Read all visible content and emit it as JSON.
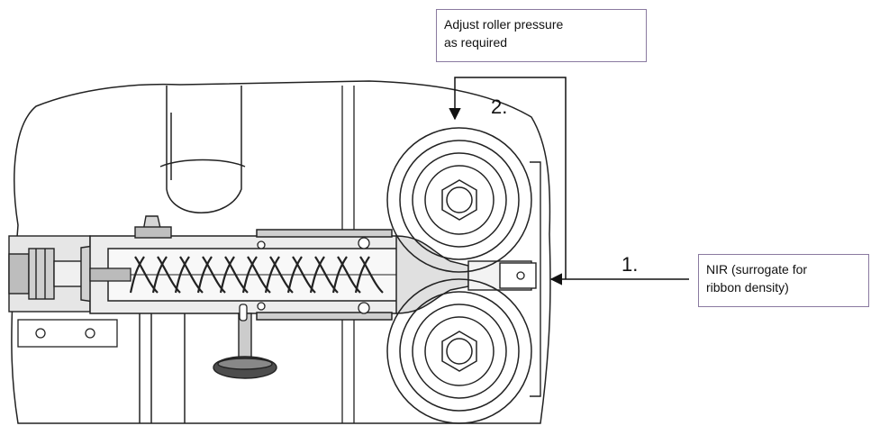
{
  "callouts": {
    "pressure": {
      "line1": "Adjust roller pressure",
      "line2": "as required"
    },
    "nir": {
      "line1": "NIR (surrogate for",
      "line2": "ribbon density)"
    }
  },
  "steps": {
    "one": "1.",
    "two": "2."
  },
  "colors": {
    "line": "#222222",
    "border": "#8a7aa0",
    "shade": "#d9d9d9",
    "dark": "#555555"
  }
}
